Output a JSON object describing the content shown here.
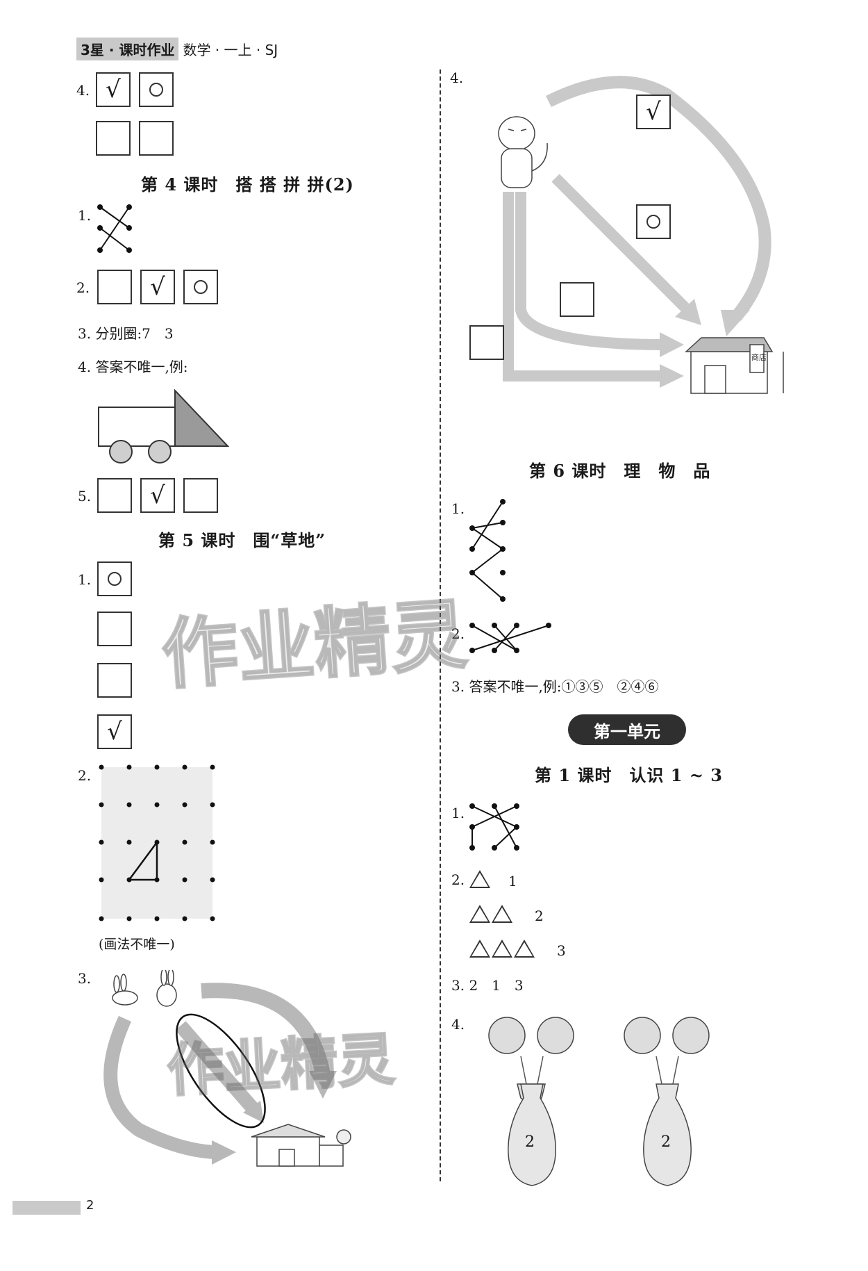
{
  "header": {
    "band": "3星 · 课时作业",
    "rest": "数学 · 一上 · SJ"
  },
  "left": {
    "q4_top": {
      "num": "4.",
      "check": "√"
    },
    "lesson4": {
      "title": "第 4 课时　搭 搭 拼 拼(2)",
      "q1": "1.",
      "q2": {
        "num": "2.",
        "check": "√"
      },
      "q3": "3. 分别圈:7　3",
      "q4": "4. 答案不唯一,例:",
      "q5": {
        "num": "5.",
        "check": "√"
      }
    },
    "lesson5": {
      "title": "第 5 课时　围“草地”",
      "q1": {
        "num": "1.",
        "check": "√"
      },
      "q2": {
        "num": "2.",
        "note": "(画法不唯一)"
      },
      "q3": "3."
    }
  },
  "right": {
    "q4": {
      "num": "4.",
      "check": "√",
      "shop_sign": "商店"
    },
    "lesson6": {
      "title": "第 6 课时　理　物　品",
      "q1": "1.",
      "q2": "2.",
      "q3": "3. 答案不唯一,例:①③⑤　②④⑥"
    },
    "unit": "第一单元",
    "lesson1": {
      "title": "第 1 课时　认识 1 ~ 3",
      "q1": "1.",
      "q2": {
        "num": "2.",
        "counts": [
          "1",
          "2",
          "3"
        ]
      },
      "q3": "3. 2　1　3",
      "q4": {
        "num": "4.",
        "vase_numbers": [
          "2",
          "2"
        ]
      }
    }
  },
  "watermark": "作业精灵",
  "footer": {
    "page": "2"
  }
}
